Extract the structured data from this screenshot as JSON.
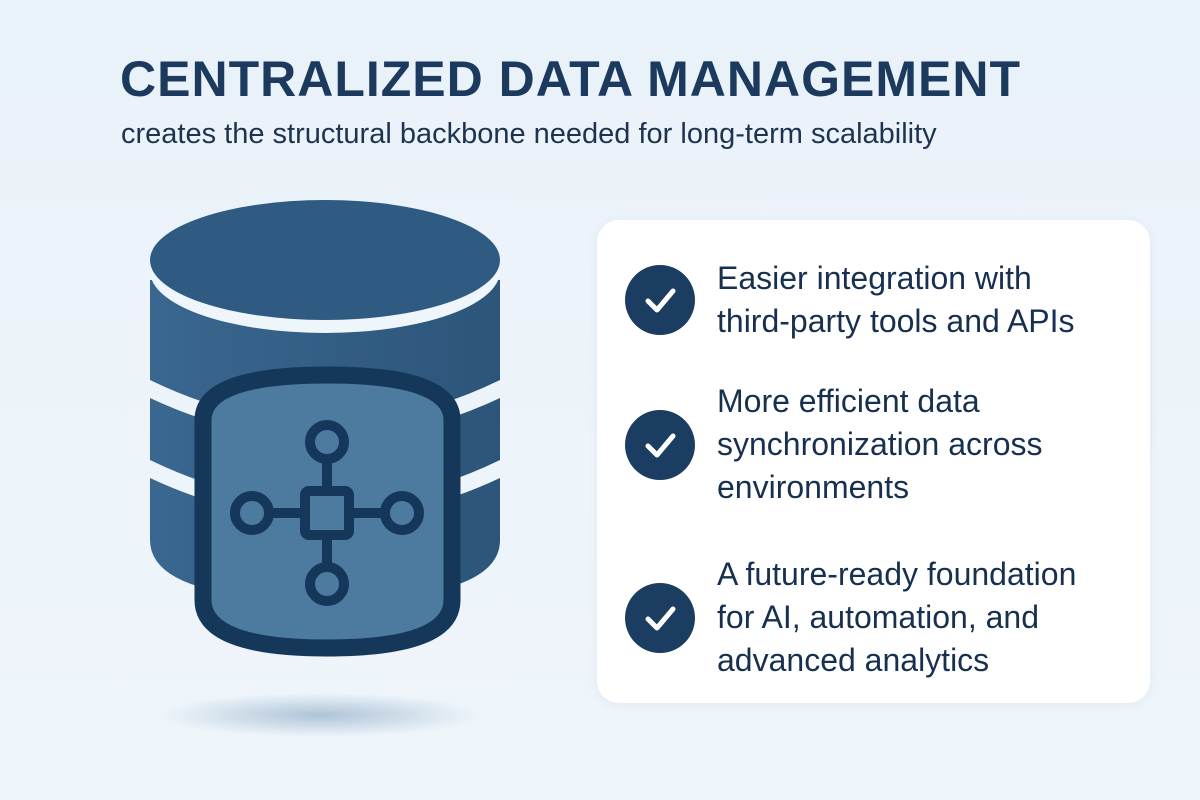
{
  "header": {
    "title": "CENTRALIZED DATA MANAGEMENT",
    "subtitle": "creates the structural backbone needed for long-term scalability"
  },
  "illustration": {
    "icon": "database-network-icon",
    "colors": {
      "cylinder": "#356087",
      "badge_fill": "#4d7ba0",
      "badge_stroke": "#15375a",
      "band": "#eef5fb"
    }
  },
  "benefits": [
    {
      "icon": "check-circle-icon",
      "lines": [
        "Easier integration with",
        "third-party tools and APIs"
      ]
    },
    {
      "icon": "check-circle-icon",
      "lines": [
        "More efficient data",
        "synchronization across",
        "environments"
      ]
    },
    {
      "icon": "check-circle-icon",
      "lines": [
        "A future-ready foundation",
        "for AI, automation, and",
        "advanced analytics"
      ]
    }
  ],
  "colors": {
    "accent": "#1c3d62",
    "text": "#17304f",
    "background": "#edf4fa"
  }
}
